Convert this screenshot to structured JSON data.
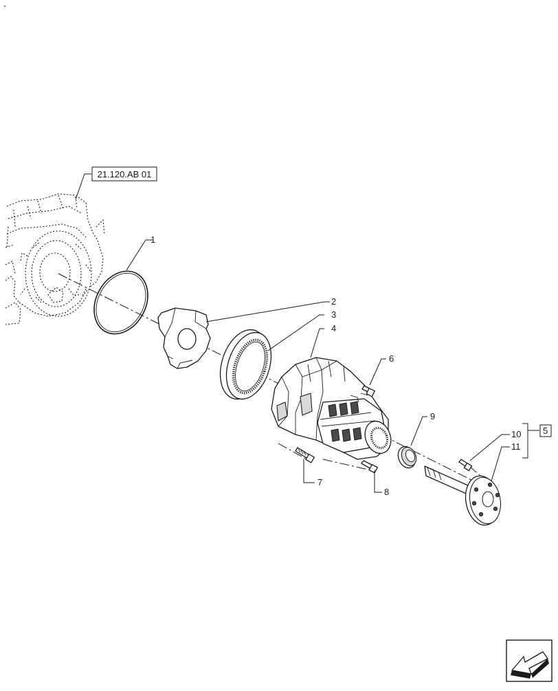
{
  "reference": "21.120.AB 01",
  "callouts": {
    "c1": "1",
    "c2": "2",
    "c3": "3",
    "c4": "4",
    "c5": "5",
    "c6": "6",
    "c7": "7",
    "c8": "8",
    "c9": "9",
    "c10": "10",
    "c11": "11"
  },
  "icons": {
    "corner_mark": "dot-mark",
    "nav": "arrow-back-icon"
  }
}
